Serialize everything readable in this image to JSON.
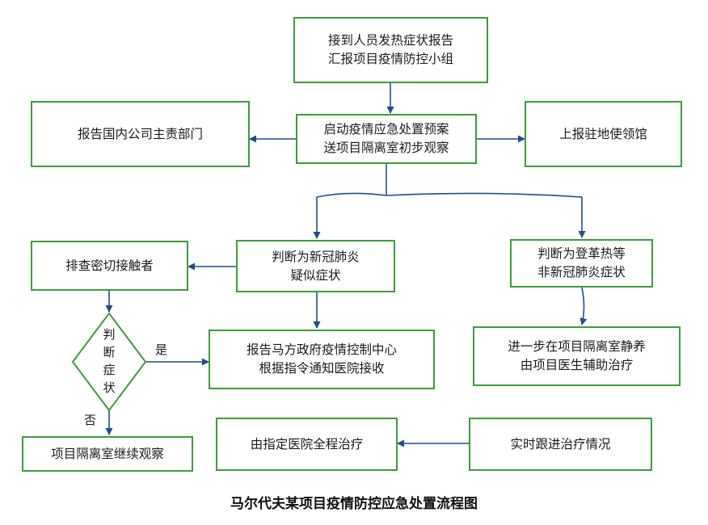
{
  "nodes": {
    "receive": {
      "line1": "接到人员发热症状报告",
      "line2": "汇报项目疫情防控小组"
    },
    "report_domestic": {
      "line1": "报告国内公司主责部门"
    },
    "start_plan": {
      "line1": "启动疫情应急处置预案",
      "line2": "送项目隔离室初步观察"
    },
    "report_embassy": {
      "line1": "上报驻地使领馆"
    },
    "suspect_covid": {
      "line1": "判断为新冠肺炎",
      "line2": "疑似症状"
    },
    "dengue": {
      "line1": "判断为登革热等",
      "line2": "非新冠肺炎症状"
    },
    "trace_contacts": {
      "line1": "排查密切接触者"
    },
    "report_gov": {
      "line1": "报告马方政府疫情控制中心",
      "line2": "根据指令通知医院接收"
    },
    "rest": {
      "line1": "进一步在项目隔离室静养",
      "line2": "由项目医生辅助治疗"
    },
    "continue_obs": {
      "line1": "项目隔离室继续观察"
    },
    "hospital": {
      "line1": "由指定医院全程治疗"
    },
    "follow_up": {
      "line1": "实时跟进治疗情况"
    }
  },
  "decision": {
    "chars": [
      "判",
      "断",
      "症",
      "状"
    ]
  },
  "edge_labels": {
    "yes": "是",
    "no": "否"
  },
  "caption": "马尔代夫某项目疫情防控应急处置流程图",
  "colors": {
    "box_border": "#3f9b3c",
    "arrow": "#1f4e8c"
  }
}
